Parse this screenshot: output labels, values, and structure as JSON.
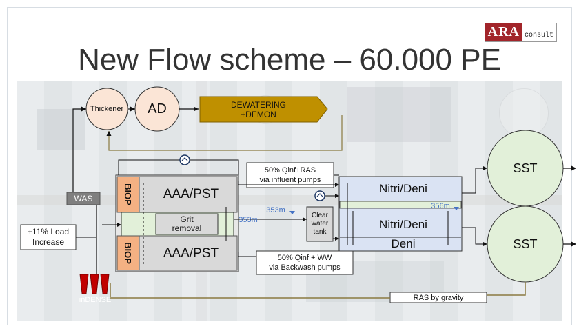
{
  "title": "New Flow scheme – 60.000 PE",
  "logo": {
    "main": "ARA",
    "sub": "consult"
  },
  "nodes": {
    "thickener": "Thickener",
    "ad": "AD",
    "dewatering_line1": "DEWATERING",
    "dewatering_line2": "+DEMON",
    "was": "WAS",
    "biop_top": "BIOP",
    "biop_bottom": "BIOP",
    "aaa_pst_top": "AAA/PST",
    "aaa_pst_bottom": "AAA/PST",
    "grit_line1": "Grit",
    "grit_line2": "removal",
    "clear_line1": "Clear",
    "clear_line2": "water",
    "clear_line3": "tank",
    "nitri_deni_top": "Nitri/Deni",
    "nitri_deni_mid": "Nitri/Deni",
    "deni": "Deni",
    "sst_top": "SST",
    "sst_bottom": "SST",
    "indense": "inDENSE"
  },
  "annotations": {
    "influent_pumps_line1": "50% Qinf+RAS",
    "influent_pumps_line2": "via influent pumps",
    "backwash_line1": "50% Qinf + WW",
    "backwash_line2": "via Backwash pumps",
    "load_line1": "+11% Load",
    "load_line2": "Increase",
    "level_353a": "353m",
    "level_353b": "353m",
    "level_356": "356m",
    "ras_gravity": "RAS by gravity"
  },
  "colors": {
    "biop": "#f4b183",
    "process": "#d9d9d9",
    "nitri": "#dae3f3",
    "green": "#e2f0d9",
    "circle": "#fbe5d6",
    "dewatering": "#bf9000",
    "indense": "#c00000",
    "level": "#4472c4"
  }
}
